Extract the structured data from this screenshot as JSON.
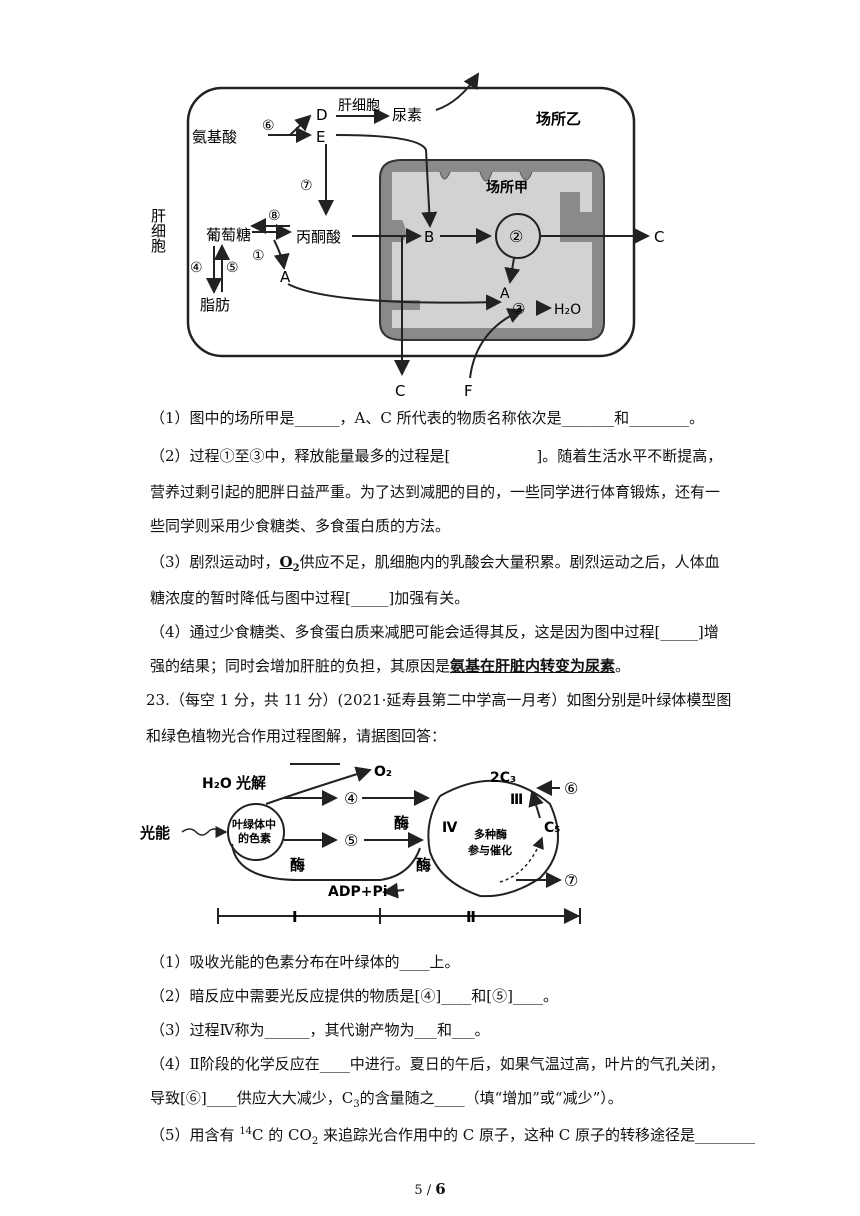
{
  "figure1": {
    "labels": {
      "amino_acid": "氨基酸",
      "d": "D",
      "e": "E",
      "liver_cell_arrow": "肝细胞",
      "urea": "尿素",
      "site_b": "场所乙",
      "liver_cell_side": "肝细胞",
      "glucose": "葡萄糖",
      "fat": "脂肪",
      "pyruvate": "丙酮酸",
      "a1": "A",
      "b": "B",
      "site_a": "场所甲",
      "c_right": "C",
      "a2": "A",
      "water": "H₂O",
      "c_bottom": "C",
      "f": "F",
      "n1": "①",
      "n2": "②",
      "n3": "③",
      "n4": "④",
      "n5": "⑤",
      "n6": "⑥",
      "n7": "⑦",
      "n8": "⑧"
    }
  },
  "questions22": {
    "q1": "（1）图中的场所甲是______，A、C 所代表的物质名称依次是_______和________。",
    "q2a": "（2）过程①至③中，释放能量最多的过程是[",
    "q2b": "]。随着生活水平不断提高，",
    "q2c": "营养过剩引起的肥胖日益严重。为了达到减肥的目的，一些同学进行体育锻炼，还有一",
    "q2d": "些同学则采用少食糖类、多食蛋白质的方法。",
    "q3a": "（3）剧烈运动时，",
    "q3_o2": "O",
    "q3_sub": "2",
    "q3b": "供应不足，肌细胞内的乳酸会大量积累。剧烈运动之后，人体血",
    "q3c": "糖浓度的暂时降低与图中过程[_____]加强有关。",
    "q4a": "（4）通过少食糖类、多食蛋白质来减肥可能会适得其反，这是因为图中过程[_____]增",
    "q4b": "强的结果；同时会增加肝脏的负担，其原因是",
    "q4_bold": "氨基在肝脏内转变为尿素",
    "q4c": "。"
  },
  "q23": {
    "head": "23.（每空 1 分，共 11 分）(2021·延寿县第二中学高一月考）如图分别是叶绿体模型图",
    "head2": "和绿色植物光合作用过程图解，请据图回答："
  },
  "figure2": {
    "labels": {
      "h2o": "H₂O",
      "photolysis": "光解",
      "o2": "O₂",
      "n4": "④",
      "enzyme_top": "酶",
      "c3": "2C₃",
      "iii": "Ⅲ",
      "n6": "⑥",
      "light": "光能",
      "pigment1": "叶绿体中",
      "pigment2": "的色素",
      "n5": "⑤",
      "iv": "Ⅳ",
      "multi1": "多种酶",
      "multi2": "参与催化",
      "c5": "C₅",
      "enzyme_left": "酶",
      "enzyme_right": "酶",
      "adp": "ADP+Pi",
      "n7": "⑦",
      "stage1": "Ⅰ",
      "stage2": "Ⅱ"
    }
  },
  "questions23": {
    "q1": "（1）吸收光能的色素分布在叶绿体的____上。",
    "q2": "（2）暗反应中需要光反应提供的物质是[④]____和[⑤]____。",
    "q3": "（3）过程Ⅳ称为______，其代谢产物为___和___。",
    "q4a": "（4）Ⅱ阶段的化学反应在____中进行。夏日的午后，如果气温过高，叶片的气孔关闭，",
    "q4b": "导致[⑥]____供应大大减少，C",
    "q4_sub": "3",
    "q4c": "的含量随之____（填“增加”或“减少”）。",
    "q5a": "（5）用含有 ",
    "q5_sup": "14",
    "q5b": "C 的 CO",
    "q5_sub": "2",
    "q5c": " 来追踪光合作用中的 C 原子，这种 C 原子的转移途径是________"
  },
  "footer": {
    "page": "5",
    "sep": " / ",
    "total": "6"
  }
}
